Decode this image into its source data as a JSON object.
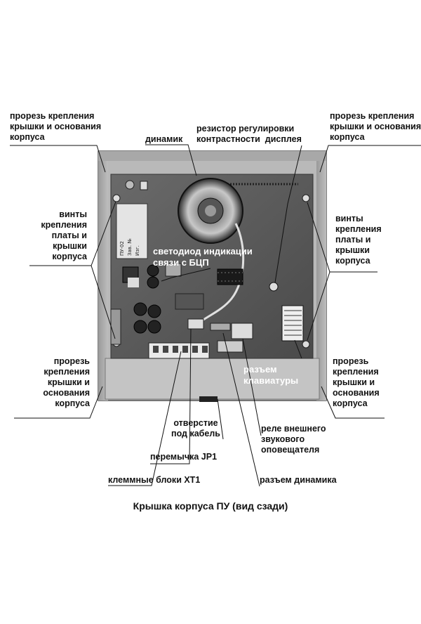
{
  "labels": {
    "slot_top_left": "прорезь крепления\nкрышки и основания\nкорпуса",
    "slot_top_right": "прорезь крепления\nкрышки и основания\nкорпуса",
    "speaker": "динамик",
    "resistor": "резистор регулировки\nконтрастности  дисплея",
    "screws_left": "винты\nкрепления\nплаты и\nкрышки\nкорпуса",
    "screws_right": "винты\nкрепления\nплаты и\nкрышки\nкорпуса",
    "led": "светодиод индикации\nсвязи с БЦП",
    "slot_bottom_left": "прорезь\nкрепления\nкрышки и\nоснования\nкорпуса",
    "slot_bottom_right": "прорезь\nкрепления\nкрышки и\nоснования\nкорпуса",
    "keyboard_connector": "разъем\nклавиатуры",
    "cable_hole": "отверстие\nпод кабель",
    "relay": "реле внешнего\nзвукового\nоповещателя",
    "jumper": "перемычка JP1",
    "speaker_connector": "разъем динамика",
    "terminal_blocks": "клеммные блоки XT1"
  },
  "board_label": {
    "line1": "ПУ-02",
    "line2": "Зав. №",
    "line3": "Изг."
  },
  "caption": "Крышка корпуса ПУ (вид сзади)"
}
